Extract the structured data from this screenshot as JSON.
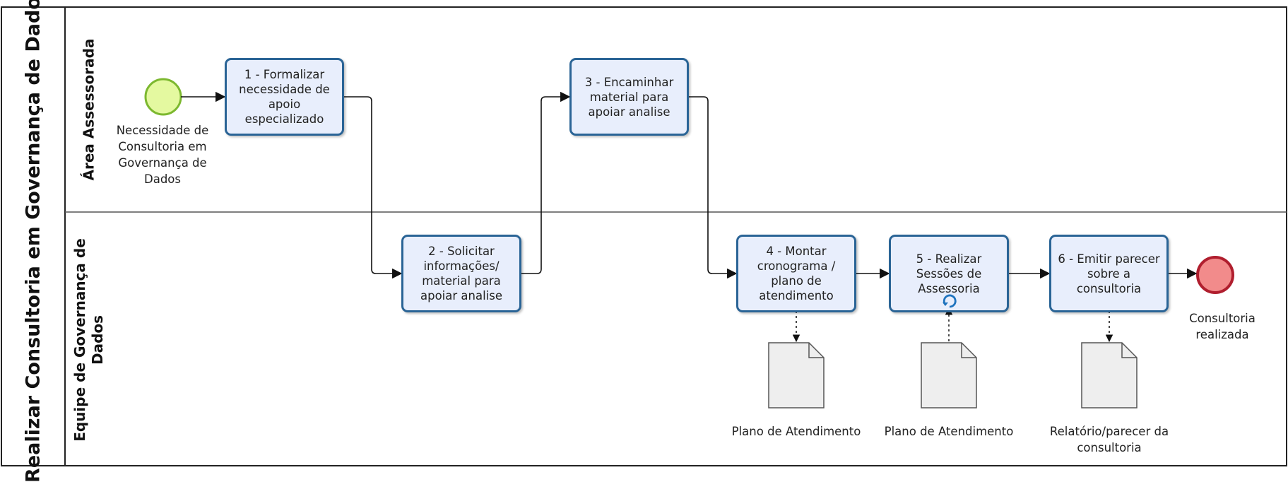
{
  "diagram": {
    "pool_title": "Realizar Consultoria em Governança de Dados",
    "lanes": [
      {
        "title": "Área Assessorada"
      },
      {
        "title": "Equipe de Governança de Dados"
      }
    ],
    "start_event": {
      "label": "Necessidade de Consultoria em Governança de Dados"
    },
    "end_event": {
      "label": "Consultoria realizada"
    },
    "tasks": [
      {
        "label": "1 - Formalizar necessidade de apoio especializado"
      },
      {
        "label": "2 - Solicitar informações/ material para apoiar analise"
      },
      {
        "label": "3 - Encaminhar material para apoiar analise"
      },
      {
        "label": "4 - Montar cronograma / plano de atendimento"
      },
      {
        "label": "5 - Realizar Sessões de Assessoria"
      },
      {
        "label": "6 - Emitir parecer sobre a consultoria"
      }
    ],
    "documents": [
      {
        "label": "Plano de Atendimento"
      },
      {
        "label": "Plano de Atendimento"
      },
      {
        "label": "Relatório/parecer  da consultoria"
      }
    ],
    "colors": {
      "task_border": "#2a6496",
      "task_fill": "#e8eefc",
      "start_fill": "#e4f9a0",
      "start_stroke": "#7cb82f",
      "end_fill": "#f28b8b",
      "end_stroke": "#b01e2e",
      "loop_marker": "#1e73be"
    }
  }
}
